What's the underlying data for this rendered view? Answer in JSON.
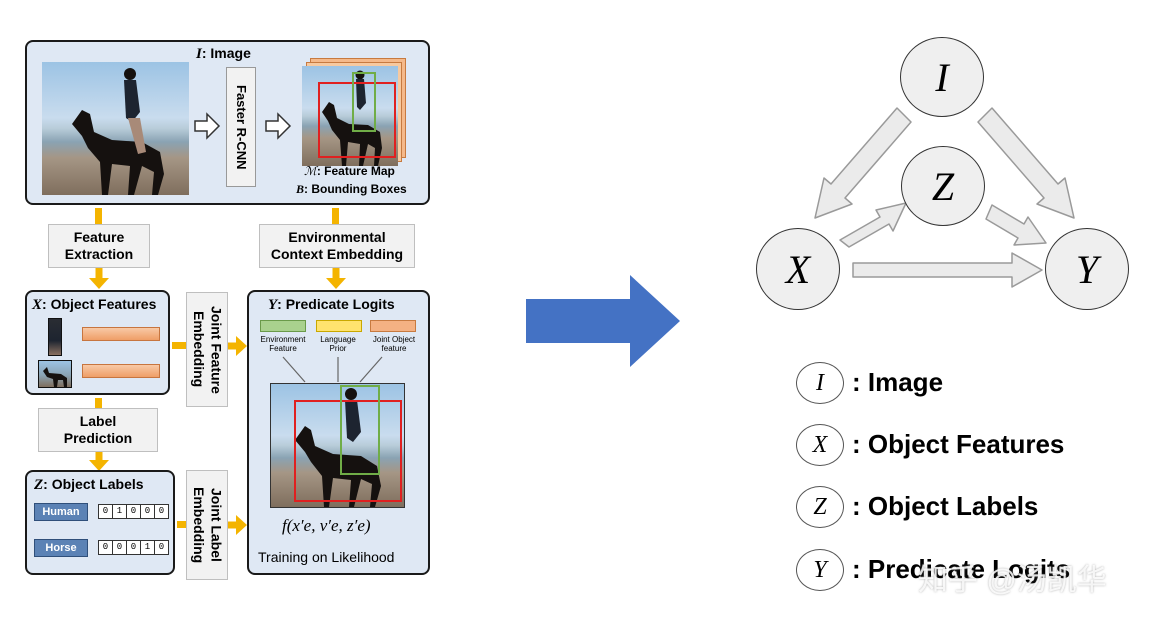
{
  "image_panel": {
    "symbol": "I",
    "title": ": Image",
    "detector": "Faster R-CNN",
    "feature_map_symbol": "ℳ",
    "feature_map_label": ": Feature Map",
    "boxes_symbol": "B",
    "boxes_label": ": Bounding Boxes"
  },
  "steps": {
    "feature_extraction": "Feature\nExtraction",
    "env_context": "Environmental\nContext Embedding",
    "label_prediction": "Label\nPrediction",
    "joint_feature": "Joint Feature\nEmbedding",
    "joint_label": "Joint Label\nEmbedding"
  },
  "x_panel": {
    "symbol": "X",
    "title": ": Object Features"
  },
  "z_panel": {
    "symbol": "Z",
    "title": ": Object Labels",
    "rows": [
      {
        "label": "Human",
        "code": [
          "0",
          "1",
          "0",
          "0",
          "0"
        ]
      },
      {
        "label": "Horse",
        "code": [
          "0",
          "0",
          "0",
          "1",
          "0"
        ]
      }
    ]
  },
  "y_panel": {
    "symbol": "Y",
    "title": ": Predicate Logits",
    "chips": [
      {
        "label": "Environment\nFeature",
        "color": "#a9d18e"
      },
      {
        "label": "Language\nPrior",
        "color": "#ffe36e"
      },
      {
        "label": "Joint Object\nfeature",
        "color": "#f4b183"
      }
    ],
    "formula": "f(x′e, v′e, z′e)",
    "caption": "Training on Likelihood"
  },
  "graph": {
    "nodes": {
      "I": "I",
      "Z": "Z",
      "X": "X",
      "Y": "Y"
    }
  },
  "legend": [
    {
      "symbol": "I",
      "text": ": Image"
    },
    {
      "symbol": "X",
      "text": ": Object Features"
    },
    {
      "symbol": "Z",
      "text": ": Object Labels"
    },
    {
      "symbol": "Y",
      "text": ": Predicate Logits"
    }
  ],
  "watermark": "知乎 @汤凯华",
  "colors": {
    "panel_bg": "#dfe8f4",
    "flow_arrow": "#f4b400",
    "big_arrow": "#4472c4",
    "red_box": "#e02020",
    "green_box": "#70ad47"
  }
}
